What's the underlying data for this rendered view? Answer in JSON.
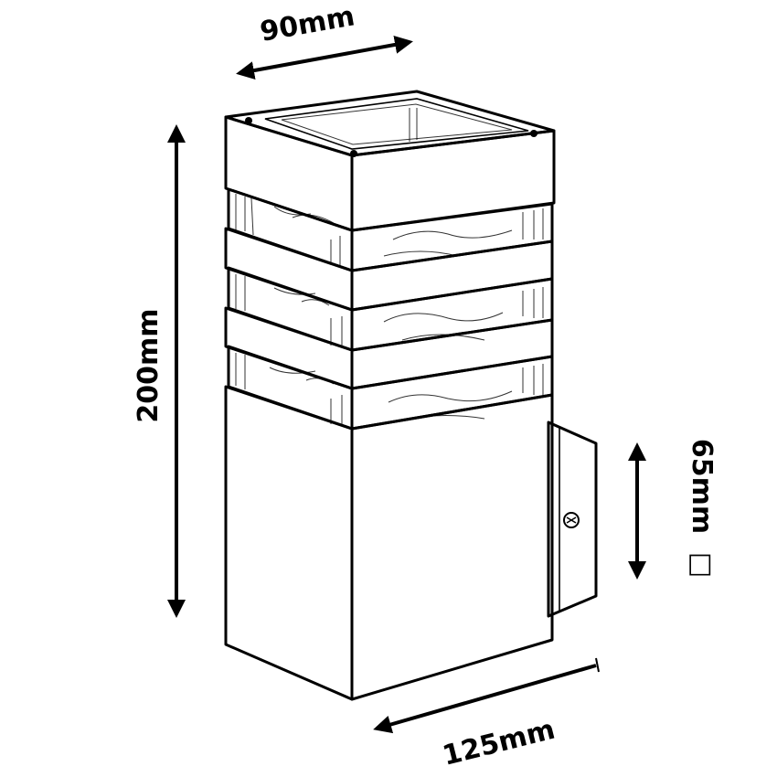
{
  "dimensions": {
    "width": "90mm",
    "height": "200mm",
    "depth": "125mm",
    "mount": "65mm",
    "mount_symbol": "□"
  },
  "colors": {
    "ink": "#000000",
    "paper": "#ffffff",
    "speckle": "#8a8a8a"
  }
}
